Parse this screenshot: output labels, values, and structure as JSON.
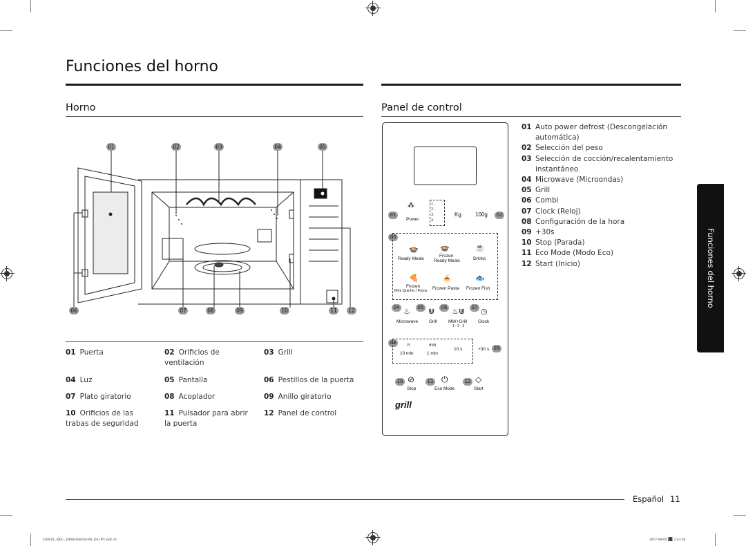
{
  "page": {
    "title": "Funciones del horno",
    "side_tab": "Funciones del horno"
  },
  "oven": {
    "heading": "Horno",
    "callouts_top": [
      "01",
      "02",
      "03",
      "04",
      "05"
    ],
    "callouts_bottom": [
      "06",
      "07",
      "08",
      "09",
      "10",
      "11",
      "12"
    ],
    "legend": [
      {
        "num": "01",
        "label": "Puerta"
      },
      {
        "num": "02",
        "label": "Orificios de ventilación"
      },
      {
        "num": "03",
        "label": "Grill"
      },
      {
        "num": "04",
        "label": "Luz"
      },
      {
        "num": "05",
        "label": "Pantalla"
      },
      {
        "num": "06",
        "label": "Pestillos de la puerta"
      },
      {
        "num": "07",
        "label": "Plato giratorio"
      },
      {
        "num": "08",
        "label": "Acoplador"
      },
      {
        "num": "09",
        "label": "Anillo giratorio"
      },
      {
        "num": "10",
        "label": "Orificios de las trabas de seguridad"
      },
      {
        "num": "11",
        "label": "Pulsador para abrir la puerta"
      },
      {
        "num": "12",
        "label": "Panel de control"
      }
    ]
  },
  "panel": {
    "heading": "Panel de control",
    "items": [
      {
        "num": "01",
        "label": "Auto power defrost (Descongelación automática)"
      },
      {
        "num": "02",
        "label": "Selección del peso"
      },
      {
        "num": "03",
        "label": "Selección de cocción/recalentamiento instantáneo"
      },
      {
        "num": "04",
        "label": "Microwave (Microondas)"
      },
      {
        "num": "05",
        "label": "Grill"
      },
      {
        "num": "06",
        "label": "Combi"
      },
      {
        "num": "07",
        "label": "Clock (Reloj)"
      },
      {
        "num": "08",
        "label": "Configuración de la hora"
      },
      {
        "num": "09",
        "label": "+30s"
      },
      {
        "num": "10",
        "label": "Stop (Parada)"
      },
      {
        "num": "11",
        "label": "Eco Mode (Modo Eco)"
      },
      {
        "num": "12",
        "label": "Start (Inicio)"
      }
    ],
    "drawing": {
      "power": "Power",
      "defrost_list": [
        "1.",
        "2.",
        "3.",
        "4."
      ],
      "kg": "Kg",
      "g100": "100g",
      "ready_meals": "Ready Meals",
      "frozen_ready_meals_1": "Frozen",
      "frozen_ready_meals_2": "Ready Meals",
      "drinks": "Drinks",
      "frozen_mini_1": "Frozen",
      "frozen_mini_2": "Mini Quiche / Pizza",
      "frozen_pasta": "Frozen Pasta",
      "frozen_fish": "Frozen Fish",
      "microwave": "Microwave",
      "grill": "Grill",
      "mw_grill": "MW+Grill",
      "combi_steps": "1 - 2 - 3",
      "clock": "Clock",
      "h": "h",
      "min": "min",
      "ten_min": "10 min",
      "one_min": "1 min",
      "ten_s": "10 s",
      "plus30s": "+30 s",
      "stop": "Stop",
      "eco_mode": "Eco Mode",
      "start": "Start",
      "brand": "grill",
      "callouts": {
        "c01": "01",
        "c02": "02",
        "c03": "03",
        "c04": "04",
        "c05": "05",
        "c06": "06",
        "c07": "07",
        "c08": "08",
        "c09": "09",
        "c10": "10",
        "c11": "11",
        "c12": "12"
      }
    }
  },
  "footer": {
    "language": "Español",
    "page_number": "11",
    "file": "GE83X_XEC_DE68-04056J-00_ES+PT.indb   11",
    "timestamp": "2017-08-09   ⬛ 3:43:58"
  }
}
